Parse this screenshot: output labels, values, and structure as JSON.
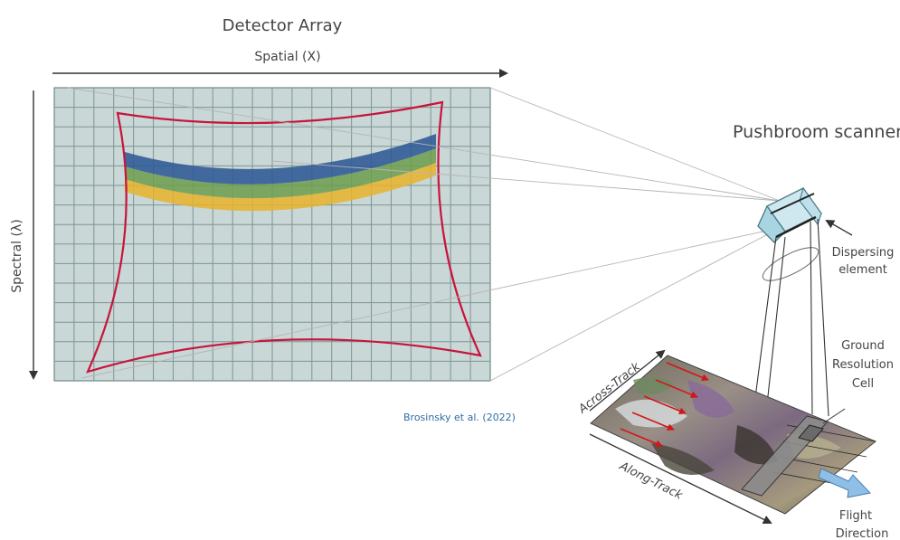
{
  "title": "Detector Array",
  "axes": {
    "spatial_label": "Spatial (X)",
    "spectral_label": "Spectral (λ)"
  },
  "scanner": {
    "title": "Pushbroom scanner",
    "dispersing_line1": "Dispersing",
    "dispersing_line2": "element",
    "ground_line1": "Ground",
    "ground_line2": "Resolution",
    "ground_line3": "Cell",
    "across_track": "Across-Track",
    "along_track": "Along-Track",
    "flight_line1": "Flight",
    "flight_line2": "Direction"
  },
  "citation": "Brosinsky et al. (2022)",
  "colors": {
    "grid_fill": "#c9d7d6",
    "grid_line": "#6f8a88",
    "distortion_outline": "#c8143c",
    "band_blue": "#2f5a96",
    "band_green": "#6d9e4c",
    "band_yellow": "#e8b32a",
    "flight_arrow": "#8fbfe6",
    "citation": "#2e6da4"
  }
}
